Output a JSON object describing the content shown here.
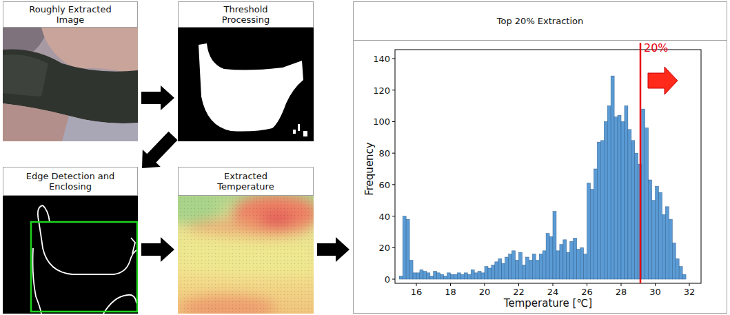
{
  "diagram": {
    "nodes": [
      {
        "text": [
          "Roughly Extracted Image"
        ]
      },
      {
        "text": [
          "Threshold Processing"
        ]
      },
      {
        "text": [
          "Edge Detection and Enclosing"
        ]
      },
      {
        "text": [
          "Extracted Temperature"
        ]
      },
      {
        "text": [
          "Top 20% Extraction"
        ]
      }
    ],
    "edges": [
      {
        "from": 0,
        "to": 1,
        "arrow": "to"
      },
      {
        "from": 1,
        "to": 2,
        "arrow": "to"
      },
      {
        "from": 2,
        "to": 3,
        "arrow": "to"
      },
      {
        "from": 3,
        "to": 4,
        "arrow": "to"
      }
    ],
    "labels": [
      "20%",
      "Frequency",
      "0",
      "20",
      "40",
      "60",
      "80",
      "100",
      "120",
      "140",
      "16",
      "18",
      "20",
      "22",
      "24",
      "26",
      "28",
      "30",
      "32",
      "Temperature [℃]"
    ]
  }
}
